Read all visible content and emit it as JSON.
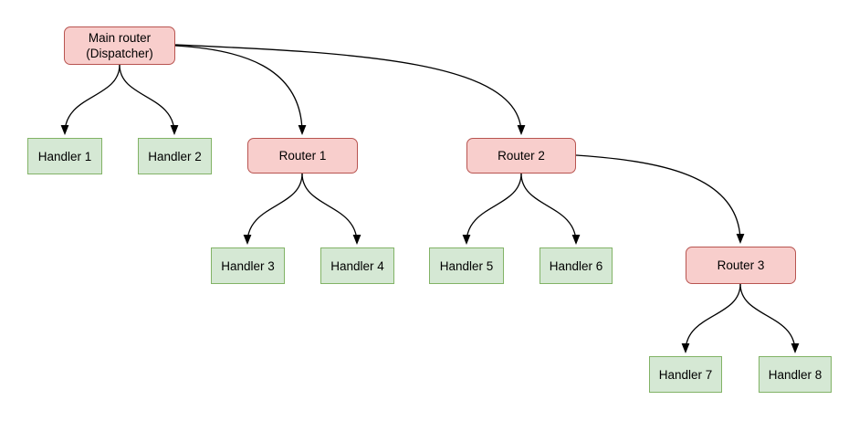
{
  "diagram": {
    "type": "flowchart",
    "background": "#ffffff",
    "colors": {
      "router_fill": "#f8cecc",
      "router_border": "#b85450",
      "handler_fill": "#d5e8d4",
      "handler_border": "#82b366",
      "edge": "#000000",
      "text": "#000000"
    },
    "nodes": [
      {
        "id": "main-router",
        "kind": "router",
        "line1": "Main router",
        "line2": "(Dispatcher)"
      },
      {
        "id": "handler-1",
        "kind": "handler",
        "label": "Handler 1"
      },
      {
        "id": "handler-2",
        "kind": "handler",
        "label": "Handler 2"
      },
      {
        "id": "router-1",
        "kind": "router",
        "label": "Router 1"
      },
      {
        "id": "router-2",
        "kind": "router",
        "label": "Router 2"
      },
      {
        "id": "handler-3",
        "kind": "handler",
        "label": "Handler 3"
      },
      {
        "id": "handler-4",
        "kind": "handler",
        "label": "Handler 4"
      },
      {
        "id": "handler-5",
        "kind": "handler",
        "label": "Handler 5"
      },
      {
        "id": "handler-6",
        "kind": "handler",
        "label": "Handler 6"
      },
      {
        "id": "router-3",
        "kind": "router",
        "label": "Router 3"
      },
      {
        "id": "handler-7",
        "kind": "handler",
        "label": "Handler 7"
      },
      {
        "id": "handler-8",
        "kind": "handler",
        "label": "Handler 8"
      }
    ],
    "edges": [
      {
        "from": "main-router",
        "to": "handler-1"
      },
      {
        "from": "main-router",
        "to": "handler-2"
      },
      {
        "from": "main-router",
        "to": "router-1"
      },
      {
        "from": "main-router",
        "to": "router-2"
      },
      {
        "from": "router-1",
        "to": "handler-3"
      },
      {
        "from": "router-1",
        "to": "handler-4"
      },
      {
        "from": "router-2",
        "to": "handler-5"
      },
      {
        "from": "router-2",
        "to": "handler-6"
      },
      {
        "from": "router-2",
        "to": "router-3"
      },
      {
        "from": "router-3",
        "to": "handler-7"
      },
      {
        "from": "router-3",
        "to": "handler-8"
      }
    ]
  }
}
